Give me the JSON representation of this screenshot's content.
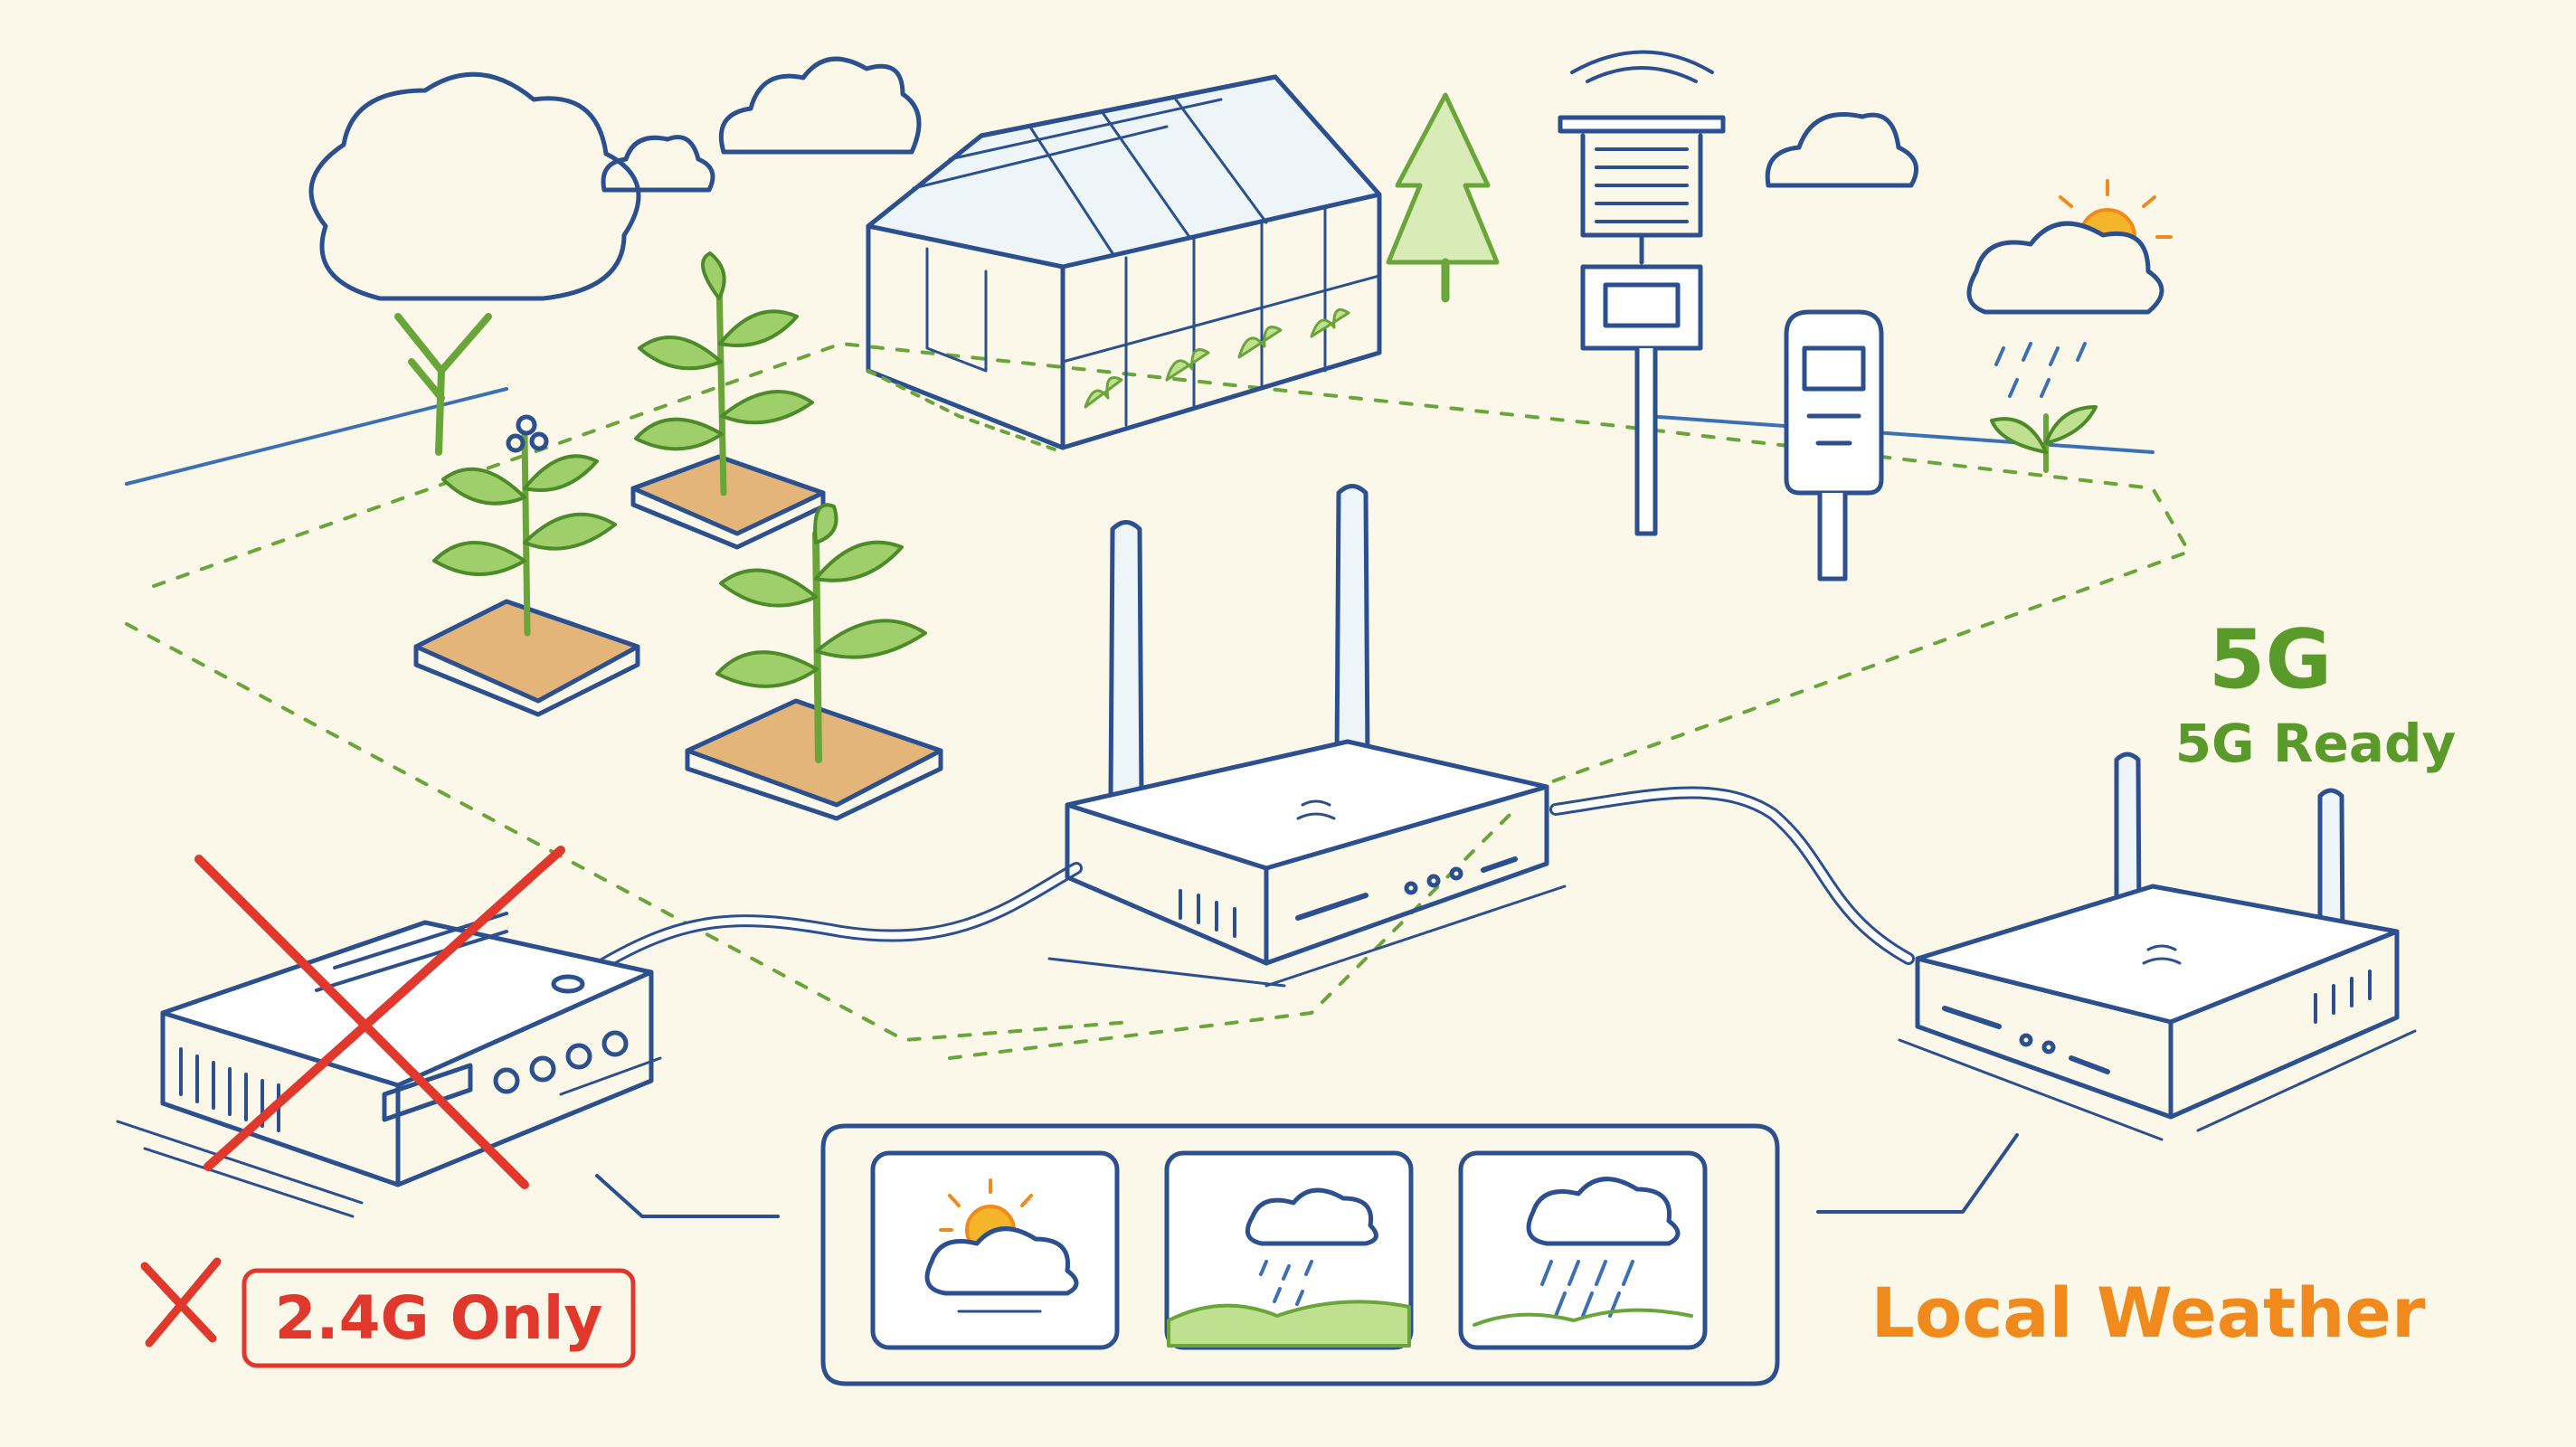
{
  "labels": {
    "five_g_big": "5G",
    "five_g_ready": "5G Ready",
    "two_four_only": "2.4G Only",
    "local_weather": "Local Weather"
  },
  "colors": {
    "background": "#fbf8ea",
    "ink_blue": "#2b4f8f",
    "plant_green": "#6aa53a",
    "label_green": "#5a9a2a",
    "reject_red": "#e0382c",
    "weather_orange": "#f08a1c",
    "sun_yellow": "#f5b52a",
    "soil": "#dcae73"
  },
  "weather_panel": {
    "cards": [
      {
        "icon": "sun-behind-cloud-icon"
      },
      {
        "icon": "rain-over-hills-icon"
      },
      {
        "icon": "rain-cloud-icon"
      }
    ]
  }
}
